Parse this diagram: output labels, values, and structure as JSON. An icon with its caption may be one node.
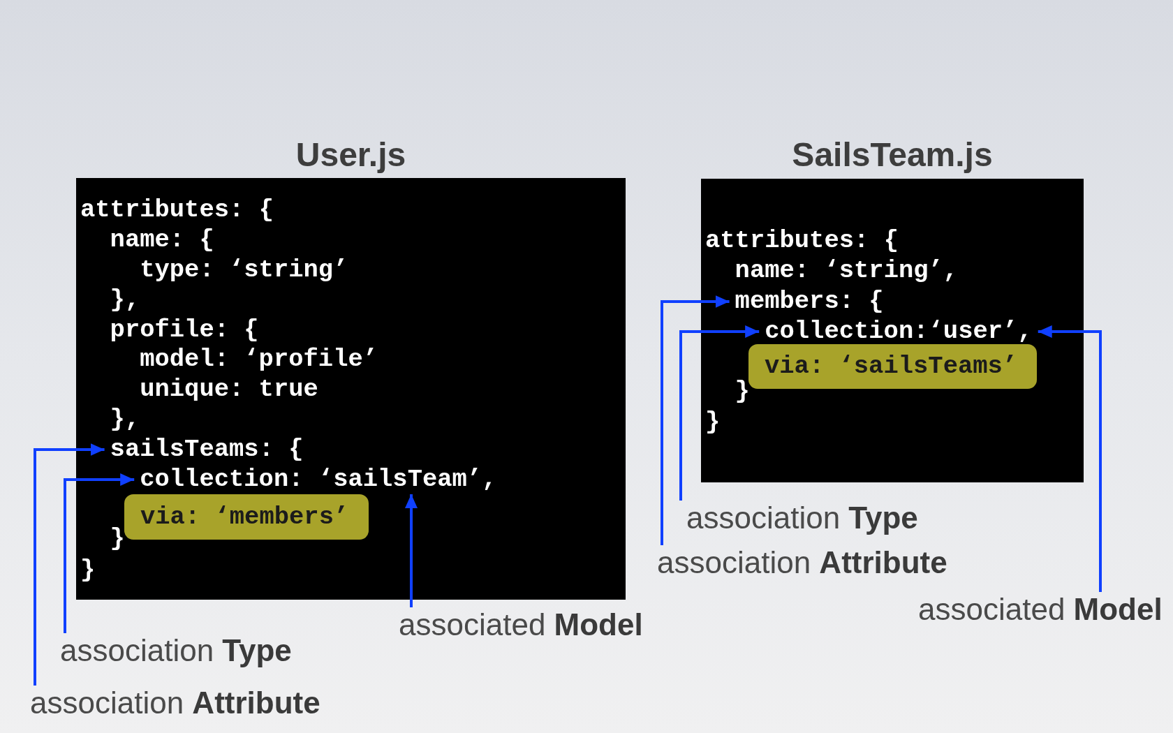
{
  "diagram": {
    "nodes": [
      {
        "text": [
          "User.js",
          "attributes: {",
          "name: {",
          "type: ‘string’",
          "},",
          "profile: {",
          "model: ‘profile’",
          "unique: true",
          "},",
          "}",
          "}"
        ]
      },
      {
        "text": [
          "sailsTeams: {"
        ],
        "in": 0
      },
      {
        "text": [
          "collection: ‘sailsTeam’,"
        ],
        "in": 0
      },
      {
        "text": [
          "via: ‘members’"
        ],
        "in": 0
      },
      {
        "text": [
          "SailsTeam.js",
          "attributes: {",
          "name: ‘string’,",
          "}",
          "}"
        ]
      },
      {
        "text": [
          "members: {"
        ],
        "in": 4
      },
      {
        "text": [
          "collection:‘user’,"
        ],
        "in": 4
      },
      {
        "text": [
          "via: ‘sailsTeams’"
        ],
        "in": 4
      },
      {
        "text": [
          "associated **Model**"
        ]
      },
      {
        "text": [
          "association **Type**"
        ]
      },
      {
        "text": [
          "association **Attribute**"
        ]
      },
      {
        "text": [
          "association **Type**"
        ]
      },
      {
        "text": [
          "association **Attribute**"
        ]
      },
      {
        "text": [
          "associated **Model**"
        ]
      }
    ],
    "edges": [
      {
        "from": 10,
        "to": 1,
        "arrow": "to"
      },
      {
        "from": 9,
        "to": 2,
        "arrow": "to"
      },
      {
        "from": 8,
        "to": 2,
        "arrow": "to"
      },
      {
        "from": 12,
        "to": 5,
        "arrow": "to"
      },
      {
        "from": 11,
        "to": 6,
        "arrow": "to"
      },
      {
        "from": 13,
        "to": 6,
        "arrow": "to"
      }
    ]
  }
}
